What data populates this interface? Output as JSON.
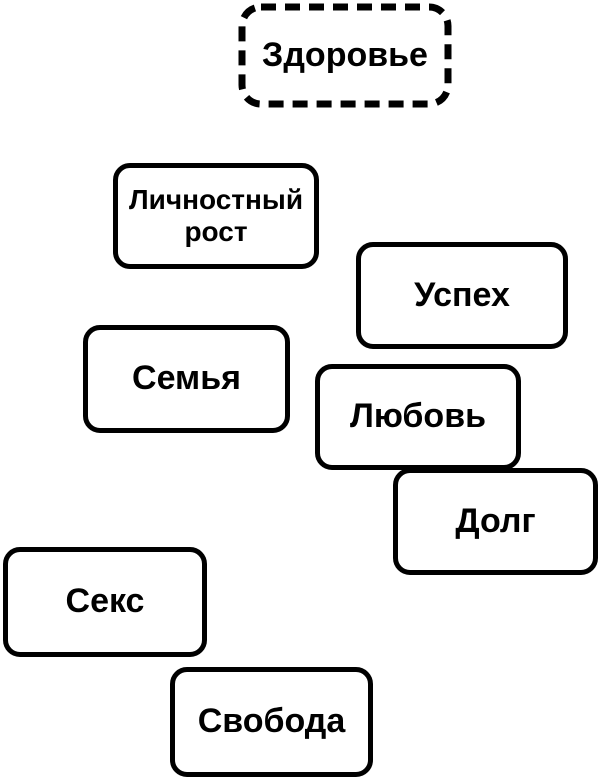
{
  "diagram": {
    "colors": {
      "stroke": "#000000",
      "fill": "#ffffff",
      "text": "#000000"
    },
    "nodes": [
      {
        "label": "Здоровье",
        "border": "dashed"
      },
      {
        "label": "Личностный рост",
        "border": "solid"
      },
      {
        "label": "Успех",
        "border": "solid"
      },
      {
        "label": "Семья",
        "border": "solid"
      },
      {
        "label": "Любовь",
        "border": "solid"
      },
      {
        "label": "Долг",
        "border": "solid"
      },
      {
        "label": "Секс",
        "border": "solid"
      },
      {
        "label": "Свобода",
        "border": "solid"
      }
    ]
  }
}
